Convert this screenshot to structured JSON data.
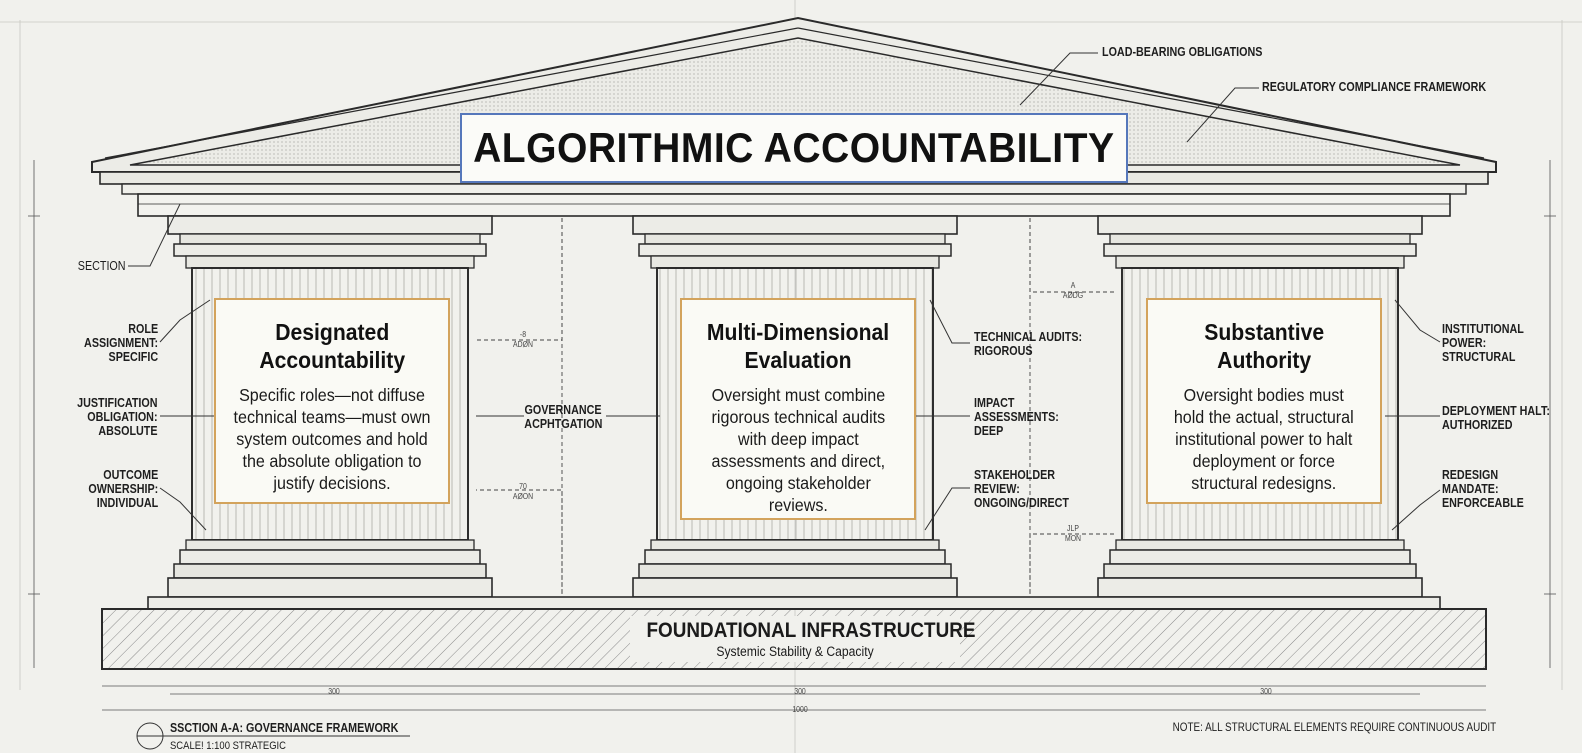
{
  "title": "ALGORITHMIC ACCOUNTABILITY",
  "roof_labels": {
    "load_bearing": "LOAD-BEARING OBLIGATIONS",
    "regulatory": "REGULATORY COMPLIANCE FRAMEWORK"
  },
  "pillars": [
    {
      "heading": "Designated\nAccountability",
      "body": "Specific roles—not diffuse\ntechnical teams—must own\nsystem outcomes and hold\nthe absolute obligation to\njustify decisions."
    },
    {
      "heading": "Multi-Dimensional\nEvaluation",
      "body": "Oversight must combine\nrigorous technical audits\nwith deep impact\nassessments and direct,\nongoing stakeholder\nreviews."
    },
    {
      "heading": "Substantive\nAuthority",
      "body": "Oversight bodies must\nhold the actual, structural\ninstitutional power to halt\ndeployment or force\nstructural redesigns."
    }
  ],
  "left_labels": {
    "section": "SECTION",
    "role": "ROLE\nASSIGNMENT:\nSPECIFIC",
    "justification": "JUSTIFICATION\nOBLIGATION:\nABSOLUTE",
    "outcome": "OUTCOME\nOWNERSHIP:\nINDIVIDUAL"
  },
  "middle_left_labels": {
    "governance": "GOVERNANCE\nACPHTGATION",
    "dim_top": "-8\nADØN",
    "dim_bottom": "70\nAØON"
  },
  "middle_right_labels": {
    "technical": "TECHNICAL AUDITS:\nRIGOROUS",
    "impact": "IMPACT\nASSESSMENTS:\nDEEP",
    "stakeholder": "STAKEHOLDER\nREVIEW:\nONGOING/DIRECT",
    "dim_top": "A\nAØDG",
    "dim_bottom": "JLP\nMON"
  },
  "right_labels": {
    "institutional": "INSTITUTIONAL\nPOWER:\nSTRUCTURAL",
    "halt": "DEPLOYMENT HALT:\nAUTHORIZED",
    "redesign": "REDESIGN\nMANDATE:\nENFORCEABLE"
  },
  "foundation": {
    "title": "FOUNDATIONAL INFRASTRUCTURE",
    "subtitle": "Systemic Stability & Capacity"
  },
  "dimensions": {
    "bay1": "300",
    "bay2": "300",
    "bay3": "300",
    "total": "1000"
  },
  "footer": {
    "section": "SSCTION A-A: GOVERNANCE FRAMEWORK",
    "scale": "SCALE! 1:100 STRATEGIC",
    "note": "NOTE: ALL STRUCTURAL ELEMENTS REQUIRE CONTINUOUS AUDIT"
  },
  "colors": {
    "background": "#f1f1ed",
    "ink": "#1b1b1b",
    "panel_border": "#d3a35c",
    "title_border": "#5577bb"
  }
}
